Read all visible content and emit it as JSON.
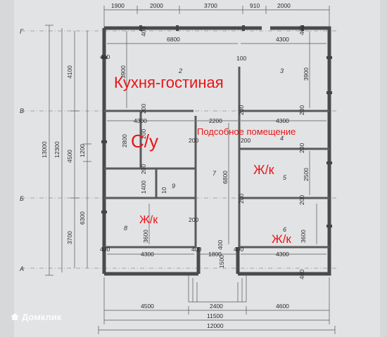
{
  "plan": {
    "axis_letters": [
      "Г",
      "В",
      "Б",
      "А"
    ],
    "top_dims": [
      "1900",
      "2000",
      "3700",
      "910",
      "2000"
    ],
    "bottom_dims": [
      "4500",
      "2400",
      "4600"
    ],
    "total_inner": "11500",
    "total_outer": "12000",
    "left_total_outer": "13000",
    "left_total_inner": "12300",
    "left_dims": [
      "4100",
      "4500",
      "3700"
    ],
    "left_sub": [
      "1200",
      "6300"
    ],
    "inner_dims": {
      "top_6800": "6800",
      "top_4300": "4300",
      "d3900_left": "3900",
      "d3900_right": "3900",
      "d100": "100",
      "d400_left": "400",
      "d400_top": "400",
      "d400_right_top": "400",
      "mid_4300": "4300",
      "mid_2200": "2200",
      "mid_4300_r": "4300",
      "d200_a": "200",
      "d200_b": "200",
      "d200_c": "200",
      "d200_d": "200",
      "d200_e": "200",
      "d200_f": "200",
      "d200_g": "200",
      "d200_h": "200",
      "d200_i": "200",
      "d200_j": "200",
      "d2800": "2800",
      "d1200": "1200",
      "d6800": "6800",
      "d2500": "2500",
      "d1400": "1400",
      "d10": "10",
      "d3600_l": "3600",
      "d3600_r": "3600",
      "bot_400_a": "400",
      "bot_4300_l": "4300",
      "bot_400_b": "400",
      "bot_1800": "1800",
      "bot_400_c": "400",
      "bot_4300_r": "4300",
      "d1500": "1500",
      "d400_bot_r": "400",
      "d400_right_mid": "400"
    },
    "room_numbers": [
      "2",
      "3",
      "4",
      "5",
      "6",
      "7",
      "8",
      "9"
    ]
  },
  "labels": {
    "kitchen_living": "Кухня-гостиная",
    "bathroom": "С/у",
    "utility": "Подсобное помещение",
    "living_a": "Ж/к",
    "living_b": "Ж/к",
    "living_c": "Ж/к"
  },
  "watermark": "Домклик"
}
